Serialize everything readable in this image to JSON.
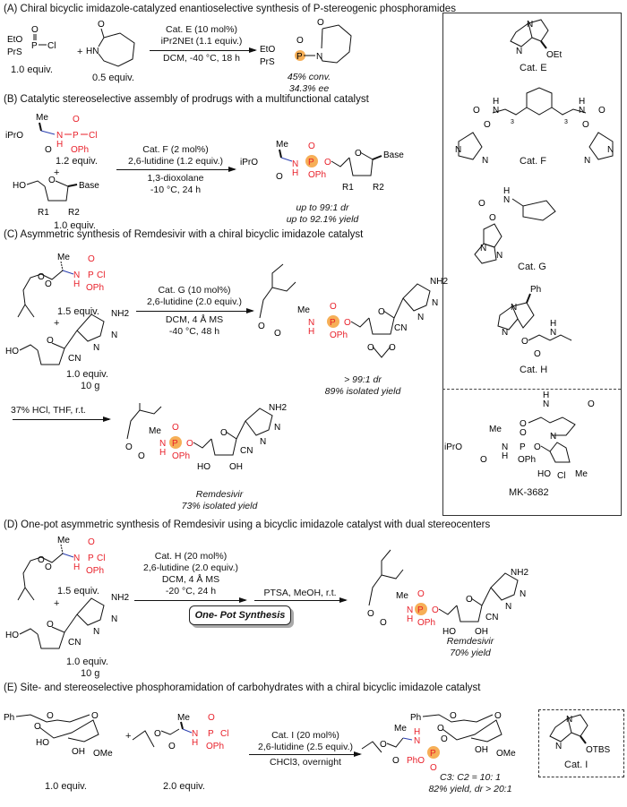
{
  "colors": {
    "phosphorus_highlight": "#f4a13a",
    "phosphoryl_red": "#e8202a",
    "amide_blue": "#2a3fb0",
    "text": "#111111"
  },
  "sections": {
    "A": {
      "title": "(A) Chiral bicyclic imidazole-catalyzed enantioselective synthesis of P-stereogenic phosphoramides",
      "reagent1_equiv": "1.0 equiv.",
      "reagent2_equiv": "0.5 equiv.",
      "plus": "+",
      "conditions": [
        "Cat. E (10 mol%)",
        "iPr2NEt (1.1 equiv.)",
        "DCM, -40 °C, 18 h"
      ],
      "results": [
        "45% conv.",
        "34.3% ee"
      ]
    },
    "B": {
      "title": "(B) Catalytic stereoselective assembly of prodrugs with a multifunctional catalyst",
      "reagent1_equiv": "1.2 equiv.",
      "reagent2_equiv": "1.0 equiv.",
      "plus": "+",
      "conditions": [
        "Cat. F (2 mol%)",
        "2,6-lutidine (1.2 equiv.)",
        "1,3-dioxolane",
        "-10 °C, 24 h"
      ],
      "results": [
        "up to 99:1 dr",
        "up to 92.1% yield"
      ]
    },
    "C": {
      "title": "(C) Asymmetric synthesis of Remdesivir with a chiral bicyclic imidazole catalyst",
      "reagent1_equiv": "1.5 equiv.",
      "reagent2_equiv": "1.0 equiv.",
      "reagent2_mass": "10 g",
      "plus": "+",
      "conditions": [
        "Cat. G (10 mol%)",
        "2,6-lutidine (2.0 equiv.)",
        "DCM, 4 Å MS",
        "-40 °C, 48 h"
      ],
      "results": [
        "> 99:1 dr",
        "89% isolated yield"
      ],
      "step2_conditions": "37% HCl, THF, r.t.",
      "step2_results": [
        "Remdesivir",
        "73% isolated yield"
      ]
    },
    "D": {
      "title": "(D) One-pot asymmetric synthesis of Remdesivir using a bicyclic imidazole catalyst with dual stereocenters",
      "reagent1_equiv": "1.5 equiv.",
      "reagent2_equiv": "1.0 equiv.",
      "reagent2_mass": "10 g",
      "plus": "+",
      "conditions": [
        "Cat. H (20 mol%)",
        "2,6-lutidine (2.0 equiv.)",
        "DCM, 4 Å MS",
        "-20 °C, 24 h"
      ],
      "step2_conditions": "PTSA, MeOH, r.t.",
      "one_pot_label": "One- Pot Synthesis",
      "results": [
        "Remdesivir",
        "70% yield"
      ]
    },
    "E": {
      "title": "(E) Site- and stereoselective phosphoramidation of carbohydrates with a chiral bicyclic imidazole catalyst",
      "reagent1_equiv": "1.0 equiv.",
      "reagent2_equiv": "2.0 equiv.",
      "plus": "+",
      "conditions": [
        "Cat. I (20 mol%)",
        "2,6-lutidine (2.5 equiv.)",
        "CHCl3, overnight"
      ],
      "results": [
        "C3: C2 = 10: 1",
        "82% yield, dr > 20:1"
      ]
    }
  },
  "catalysts": {
    "E": {
      "label": "Cat. E",
      "substituent": "OEt"
    },
    "F": {
      "label": "Cat. F",
      "chain": "3"
    },
    "G": {
      "label": "Cat. G"
    },
    "H": {
      "label": "Cat. H",
      "substituent": "Ph"
    },
    "I": {
      "label": "Cat. I",
      "substituent": "OTBS"
    },
    "MK": {
      "label": "MK-3682"
    }
  },
  "atoms": {
    "EtO": "EtO",
    "PrS": "PrS",
    "Cl": "Cl",
    "O": "O",
    "P": "P",
    "N": "N",
    "HN": "HN",
    "H": "H",
    "Me": "Me",
    "OPh": "OPh",
    "PhO": "PhO",
    "iPrO": "iPrO",
    "HO": "HO",
    "OH": "OH",
    "OMe": "OMe",
    "Ph": "Ph",
    "Base": "Base",
    "R1": "R1",
    "R2": "R2",
    "CN": "CN",
    "NH2": "NH2"
  }
}
